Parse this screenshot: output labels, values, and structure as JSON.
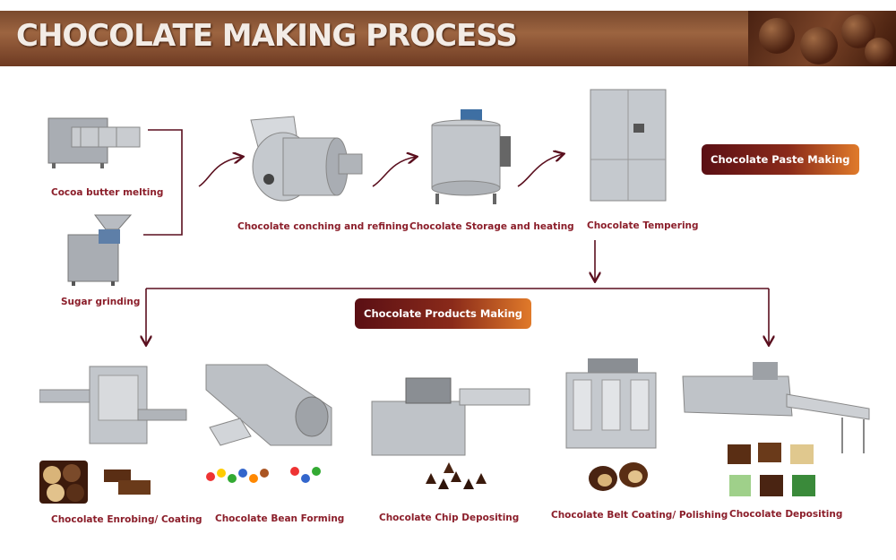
{
  "banner": {
    "title": "CHOCOLATE MAKING PROCESS"
  },
  "pills": {
    "paste": "Chocolate Paste Making",
    "products": "Chocolate Products Making"
  },
  "steps": {
    "cocoa": "Cocoa butter melting",
    "sugar": "Sugar grinding",
    "conching": "Chocolate conching and refining",
    "storage": "Chocolate Storage and heating",
    "tempering": "Chocolate Tempering",
    "enrobing": "Chocolate Enrobing/ Coating",
    "bean": "Chocolate Bean Forming",
    "chip": "Chocolate Chip Depositing",
    "belt": "Chocolate Belt Coating/ Polishing",
    "depositing": "Chocolate Depositing"
  },
  "colors": {
    "line": "#5a0f1e",
    "label": "#8b1e2a",
    "steel": "#b8bcc2"
  },
  "icons": [
    "cocoa-butter-melter-icon",
    "sugar-grinder-icon",
    "conche-icon",
    "storage-tank-icon",
    "tempering-machine-icon",
    "enrobing-line-icon",
    "bean-forming-line-icon",
    "chip-depositor-icon",
    "belt-coating-machine-icon",
    "depositing-line-icon"
  ]
}
